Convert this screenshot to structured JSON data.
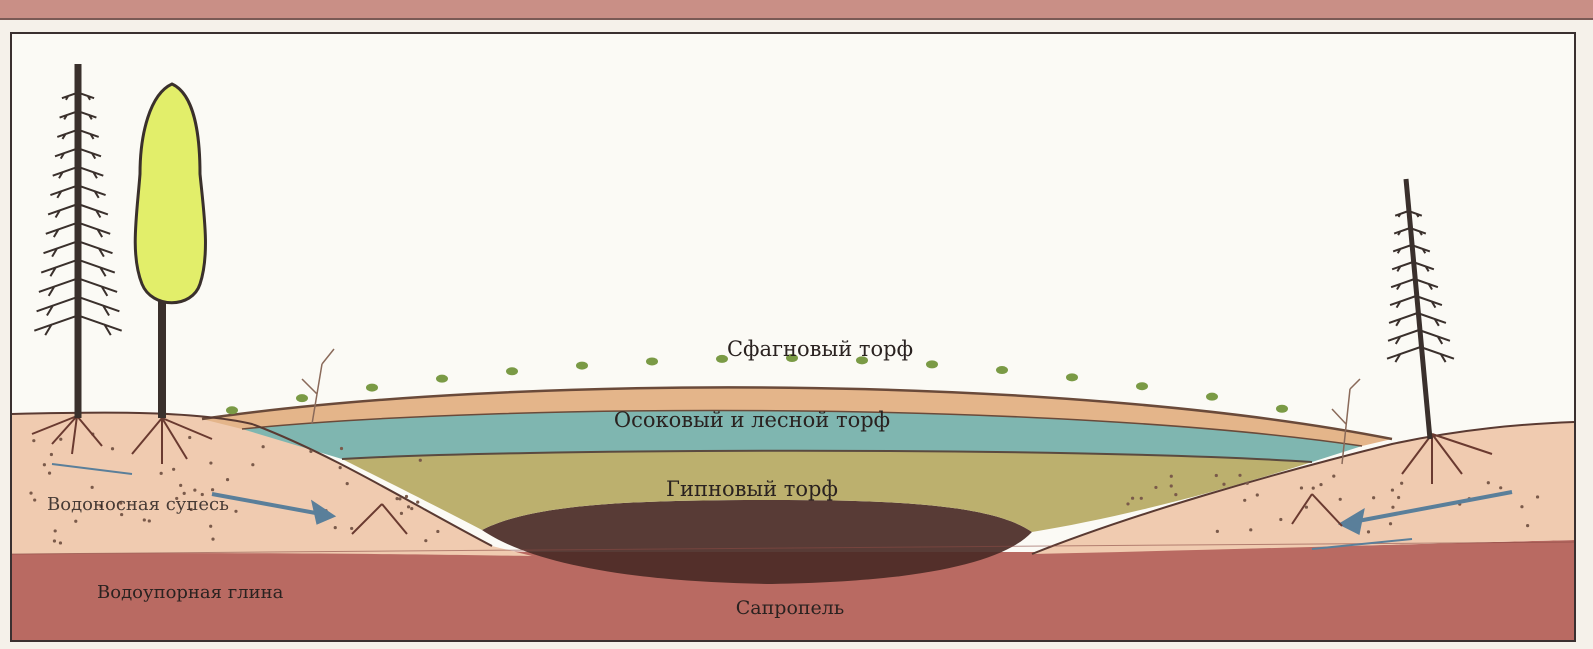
{
  "labels": {
    "sphagnum": "Сфагновый торф",
    "sedge_forest": "Осоковый и лесной торф",
    "hypnum": "Гипновый торф",
    "aquifer": "Водоносная супесь",
    "clay": "Водоупорная глина",
    "sapropel": "Сапропель"
  },
  "colors": {
    "background": "#fbfaf5",
    "sphagnum_peat": "#e4b58a",
    "sedge_forest_peat": "#7fb6b0",
    "hypnum_peat": "#bcb06e",
    "sapropel": "#4a2a25",
    "clay": "#b96a62",
    "sandy_loam": "#f0cbb0",
    "conifer": "#3a302c",
    "birch_crown": "#e2ee6a",
    "moss": "#7a9a45"
  }
}
